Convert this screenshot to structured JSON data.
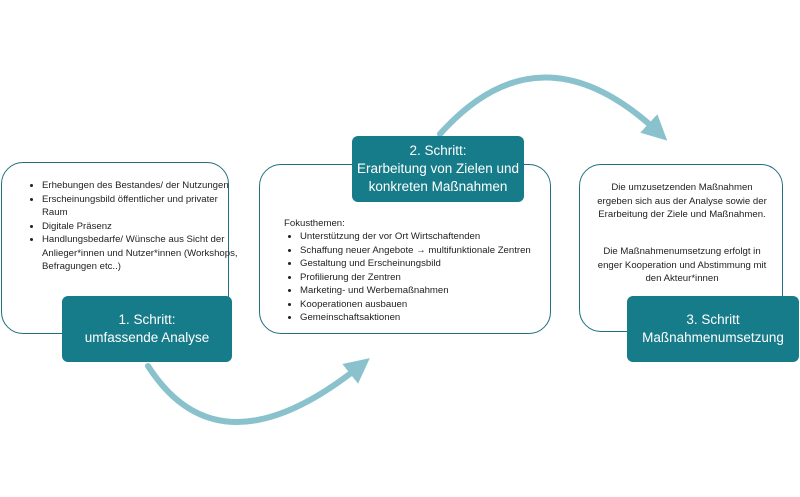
{
  "step1": {
    "label_line1": "1. Schritt:",
    "label_line2": "umfassende Analyse",
    "bullets": [
      "Erhebungen des Bestandes/ der Nutzungen",
      "Erscheinungsbild öffentlicher und privater Raum",
      "Digitale Präsenz",
      "Handlungsbedarfe/ Wünsche aus Sicht der Anlieger*innen und Nutzer*innen (Workshops, Befragungen etc..)"
    ]
  },
  "step2": {
    "label_line1": "2. Schritt:",
    "label_line2": "Erarbeitung von Zielen und konkreten Maßnahmen",
    "intro": "Fokusthemen:",
    "bullets": [
      "Unterstützung der vor Ort Wirtschaftenden",
      "Schaffung neuer Angebote → multifunktionale Zentren",
      "Gestaltung und Erscheinungsbild",
      "Profilierung der Zentren",
      "Marketing- und Werbemaßnahmen",
      "Kooperationen ausbauen",
      "Gemeinschaftsaktionen"
    ]
  },
  "step3": {
    "label_line1": "3. Schritt",
    "label_line2": "Maßnahmenumsetzung",
    "para1": "Die umzusetzenden Maßnahmen ergeben sich aus der Analyse sowie der Erarbeitung der Ziele und Maßnahmen.",
    "para2": "Die Maßnahmenumsetzung erfolgt in enger Kooperation und Abstimmung mit den Akteur*innen"
  },
  "colors": {
    "label_fill": "#177c8a",
    "card_border": "#1f6f7e",
    "arrow": "#89c2cc"
  }
}
